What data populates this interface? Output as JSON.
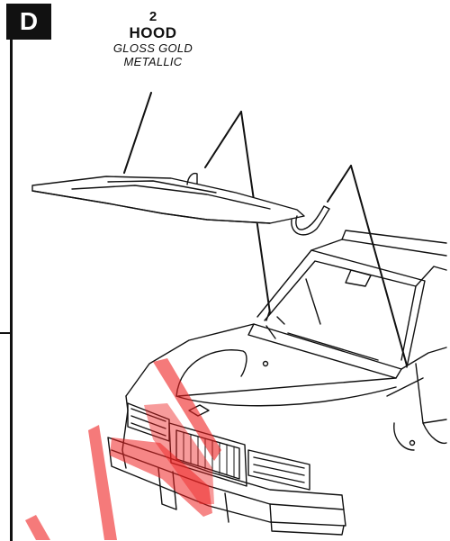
{
  "step": {
    "label": "D"
  },
  "callout": {
    "part_number": "2",
    "part_name": "HOOD",
    "finish_line1": "GLOSS GOLD",
    "finish_line2": "METALLIC"
  },
  "colors": {
    "ink": "#111111",
    "highlight": "#ee2222",
    "background": "#ffffff"
  }
}
